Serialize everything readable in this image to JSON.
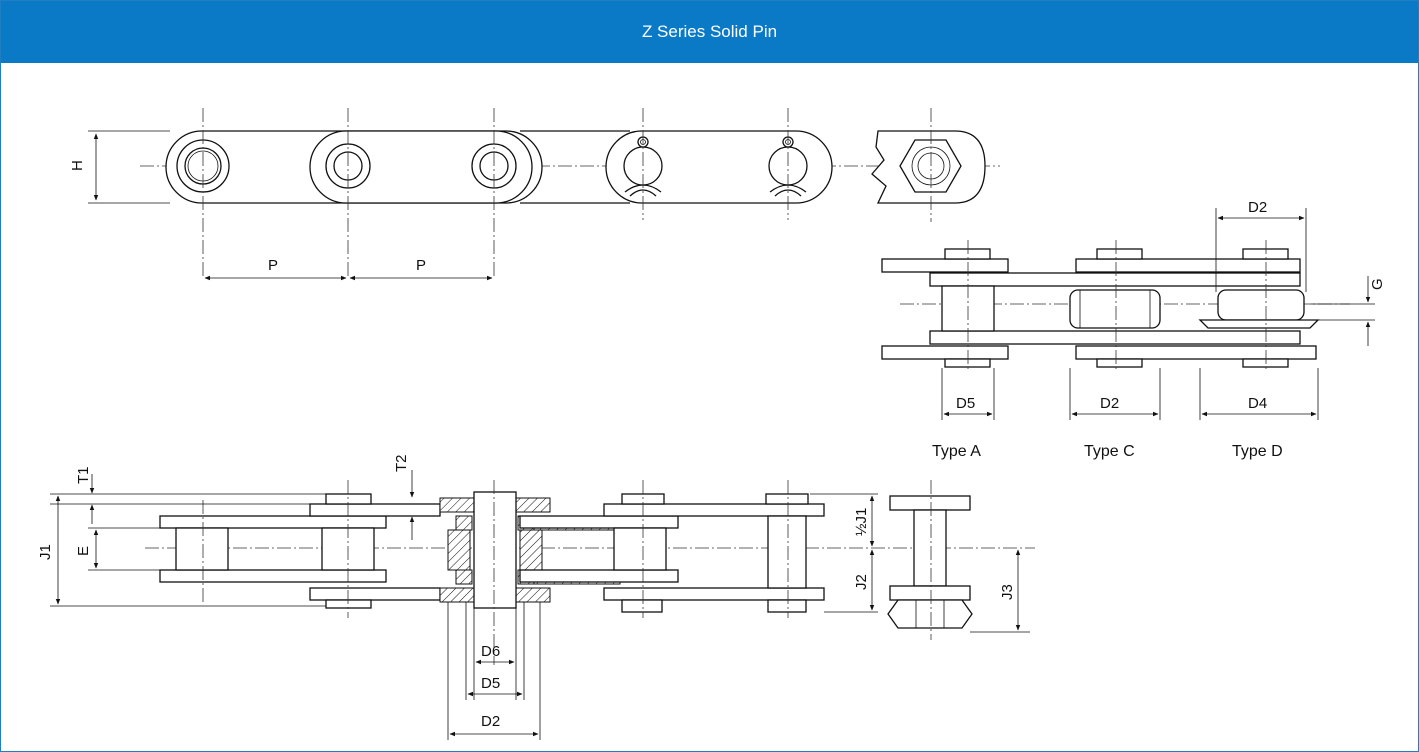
{
  "title": "Z Series Solid Pin",
  "colors": {
    "header": "#0a7ac7",
    "border": "#1f7fc4"
  },
  "dims": {
    "H": "H",
    "P": "P",
    "D2": "D2",
    "G": "G",
    "D5": "D5",
    "D4": "D4",
    "T1": "T1",
    "T2": "T2",
    "J1": "J1",
    "E": "E",
    "D6": "D6",
    "half_J1": "½J1",
    "J2": "J2",
    "J3": "J3"
  },
  "types": {
    "a": "Type A",
    "c": "Type C",
    "d": "Type D"
  }
}
